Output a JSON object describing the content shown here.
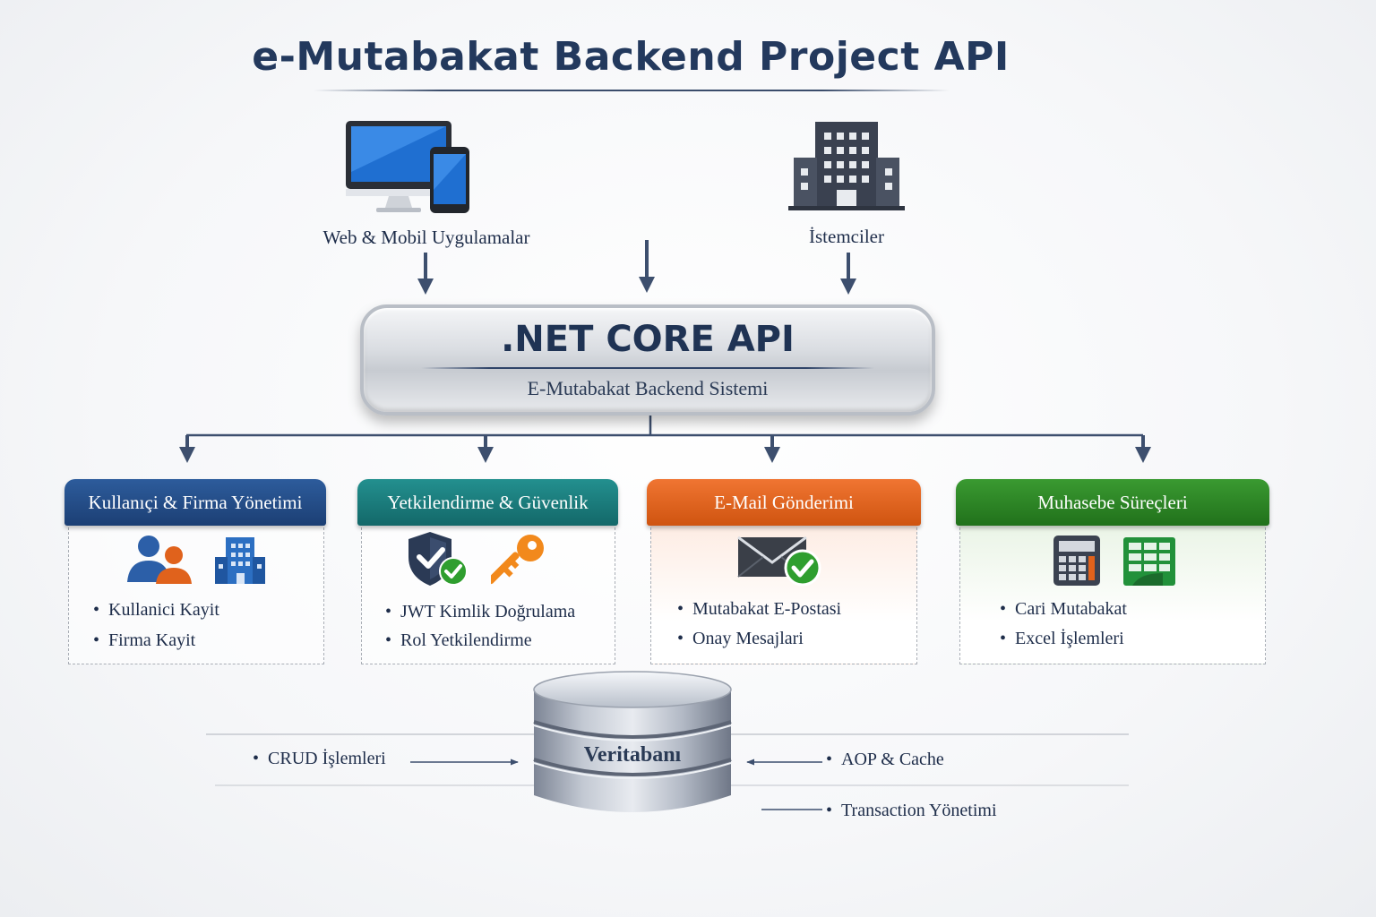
{
  "title": "e-Mutabakat Backend Project API",
  "clients": [
    {
      "label": "Web & Mobil Uygulamalar",
      "icon": "computer-and-phone-icon"
    },
    {
      "label": "İstemciler",
      "icon": "office-building-icon"
    }
  ],
  "api": {
    "title": ".NET CORE API",
    "subtitle": "E-Mutabakat Backend Sistemi"
  },
  "modules": [
    {
      "header": "Kullanıçi & Firma Yönetimi",
      "color": "#1f4680",
      "icons": [
        "users-icon",
        "building-icon"
      ],
      "items": [
        "Kullanici Kayit",
        "Firma Kayit"
      ]
    },
    {
      "header": "Yetkilendirme & Güvenlik",
      "color": "#18797c",
      "icons": [
        "shield-check-icon",
        "key-icon"
      ],
      "items": [
        "JWT Kimlik Doğrulama",
        "Rol Yetkilendirme"
      ]
    },
    {
      "header": "E-Mail Gönderimi",
      "color": "#e06118",
      "icons": [
        "envelope-check-icon"
      ],
      "items": [
        "Mutabakat E-Postasi",
        "Onay Mesajlari"
      ]
    },
    {
      "header": "Muhasebe Süreçleri",
      "color": "#2c8325",
      "icons": [
        "calculator-icon",
        "spreadsheet-icon"
      ],
      "items": [
        "Cari Mutabakat",
        "Excel İşlemleri"
      ]
    }
  ],
  "database": {
    "label": "Veritabanı",
    "left_items": [
      "CRUD İşlemleri"
    ],
    "right_items": [
      "AOP & Cache",
      "Transaction Yönetimi"
    ]
  }
}
